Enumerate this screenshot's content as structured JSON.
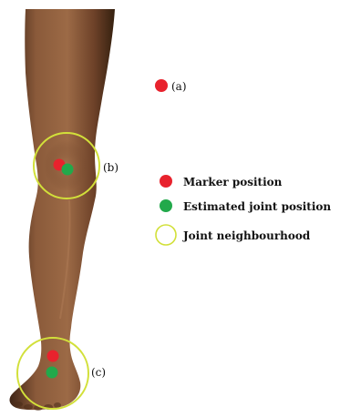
{
  "colors": {
    "marker": "#e8222d",
    "estimated": "#22a94b",
    "neighbourhood": "#d2e03a",
    "skin": "#7a4a2e"
  },
  "labels": {
    "a": "(a)",
    "b": "(b)",
    "c": "(c)"
  },
  "legend": {
    "marker": "Marker position",
    "estimated": "Estimated joint position",
    "neighbourhood": "Joint neighbourhood"
  }
}
